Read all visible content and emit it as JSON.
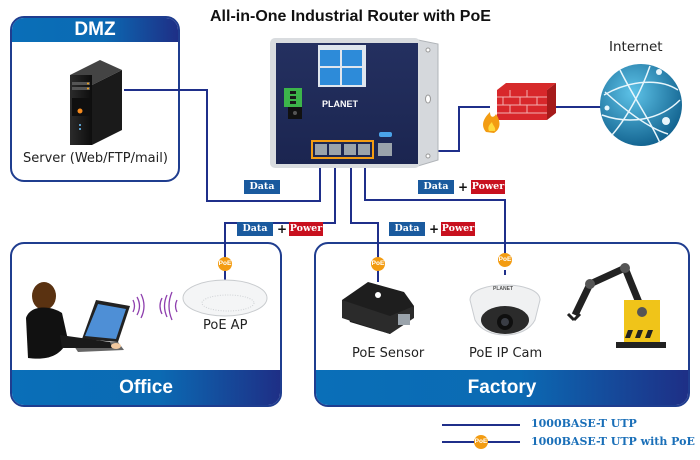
{
  "title": "All-in-One Industrial Router with PoE",
  "zones": {
    "dmz": {
      "heading": "DMZ",
      "devices": [
        {
          "name": "server",
          "label": "Server (Web/FTP/mail)"
        }
      ]
    },
    "office": {
      "heading": "Office",
      "devices": [
        {
          "name": "laptop-user",
          "label": ""
        },
        {
          "name": "poe-ap",
          "label": "PoE AP"
        }
      ]
    },
    "factory": {
      "heading": "Factory",
      "devices": [
        {
          "name": "poe-sensor",
          "label": "PoE Sensor"
        },
        {
          "name": "poe-ip-cam",
          "label": "PoE IP Cam"
        },
        {
          "name": "robot-arm",
          "label": ""
        }
      ]
    }
  },
  "internet": {
    "label": "Internet"
  },
  "router": {
    "brand": "PLANET",
    "lan_ports": 4,
    "wan_ports": 1
  },
  "connection_badges": {
    "data": "Data",
    "power": "Power",
    "plus": "+"
  },
  "poe_marker": "PoE",
  "legend": [
    {
      "type": "line",
      "label": "1000BASE-T UTP"
    },
    {
      "type": "line-poe",
      "label": "1000BASE-T UTP with PoE"
    }
  ],
  "colors": {
    "line": "#1f2f8a",
    "zone_header": "#0a6fb8",
    "data_badge": "#1a5a9e",
    "power_badge": "#c8101e",
    "poe_marker": "#f39c12",
    "legend_text": "#1a6fb8"
  }
}
